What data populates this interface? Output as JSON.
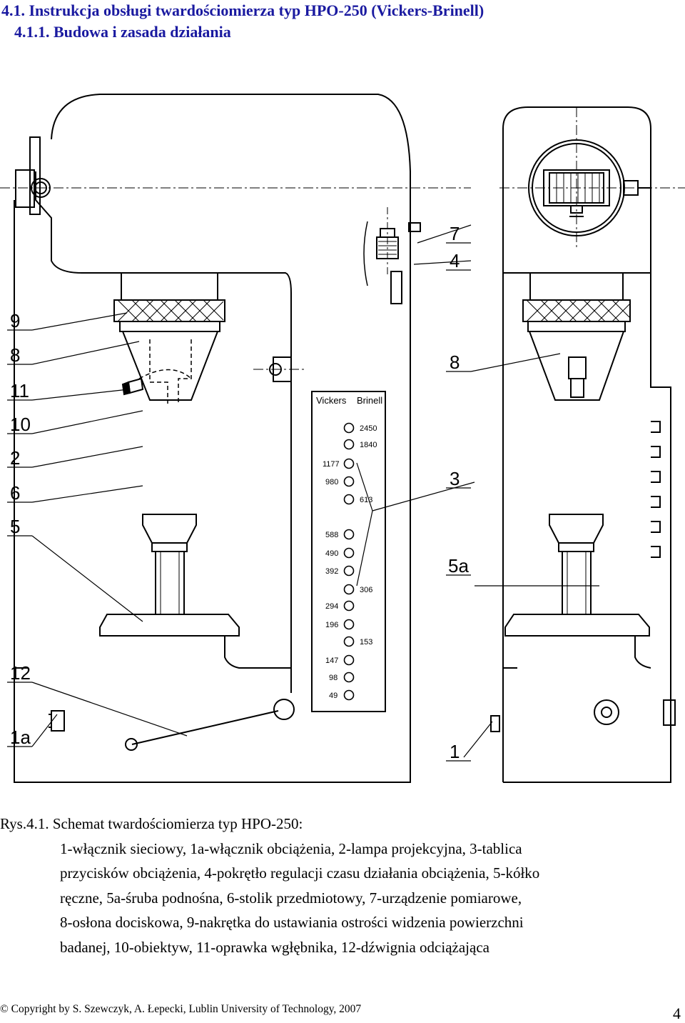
{
  "heading": {
    "section": "4.1. Instrukcja obsługi twardościomierza typ HPO-250 (Vickers-Brinell)",
    "subsection": "4.1.1. Budowa i zasada działania"
  },
  "drawing": {
    "labels_left": [
      "9",
      "8",
      "11",
      "10",
      "2",
      "6",
      "5",
      "12",
      "1a"
    ],
    "labels_right": [
      "7",
      "4",
      "8",
      "3",
      "5a",
      "1"
    ],
    "panel": {
      "vickers_label": "Vickers",
      "brinell_label": "Brinell",
      "brinell_values": [
        "2450",
        "1840",
        "613",
        "306",
        "153"
      ],
      "vickers_values": [
        "1177",
        "980",
        "588",
        "490",
        "392",
        "294",
        "196",
        "147",
        "98",
        "49"
      ]
    }
  },
  "caption": {
    "line1": "Rys.4.1. Schemat twardościomierza typ HPO-250:",
    "line2": "1-włącznik sieciowy, 1a-włącznik obciążenia, 2-lampa projekcyjna, 3-tablica",
    "line3": "przycisków obciążenia, 4-pokrętło regulacji czasu działania obciążenia, 5-kółko",
    "line4": "ręczne, 5a-śruba podnośna, 6-stolik przedmiotowy, 7-urządzenie pomiarowe,",
    "line5": "8-osłona dociskowa, 9-nakrętka do ustawiania ostrości widzenia powierzchni",
    "line6": "badanej, 10-obiektyw, 11-oprawka wgłębnika, 12-dźwignia odciążająca"
  },
  "footer": {
    "copyright": "© Copyright by S. Szewczyk, A. Łepecki, Lublin University of Technology, 2007",
    "page_number": "4"
  }
}
